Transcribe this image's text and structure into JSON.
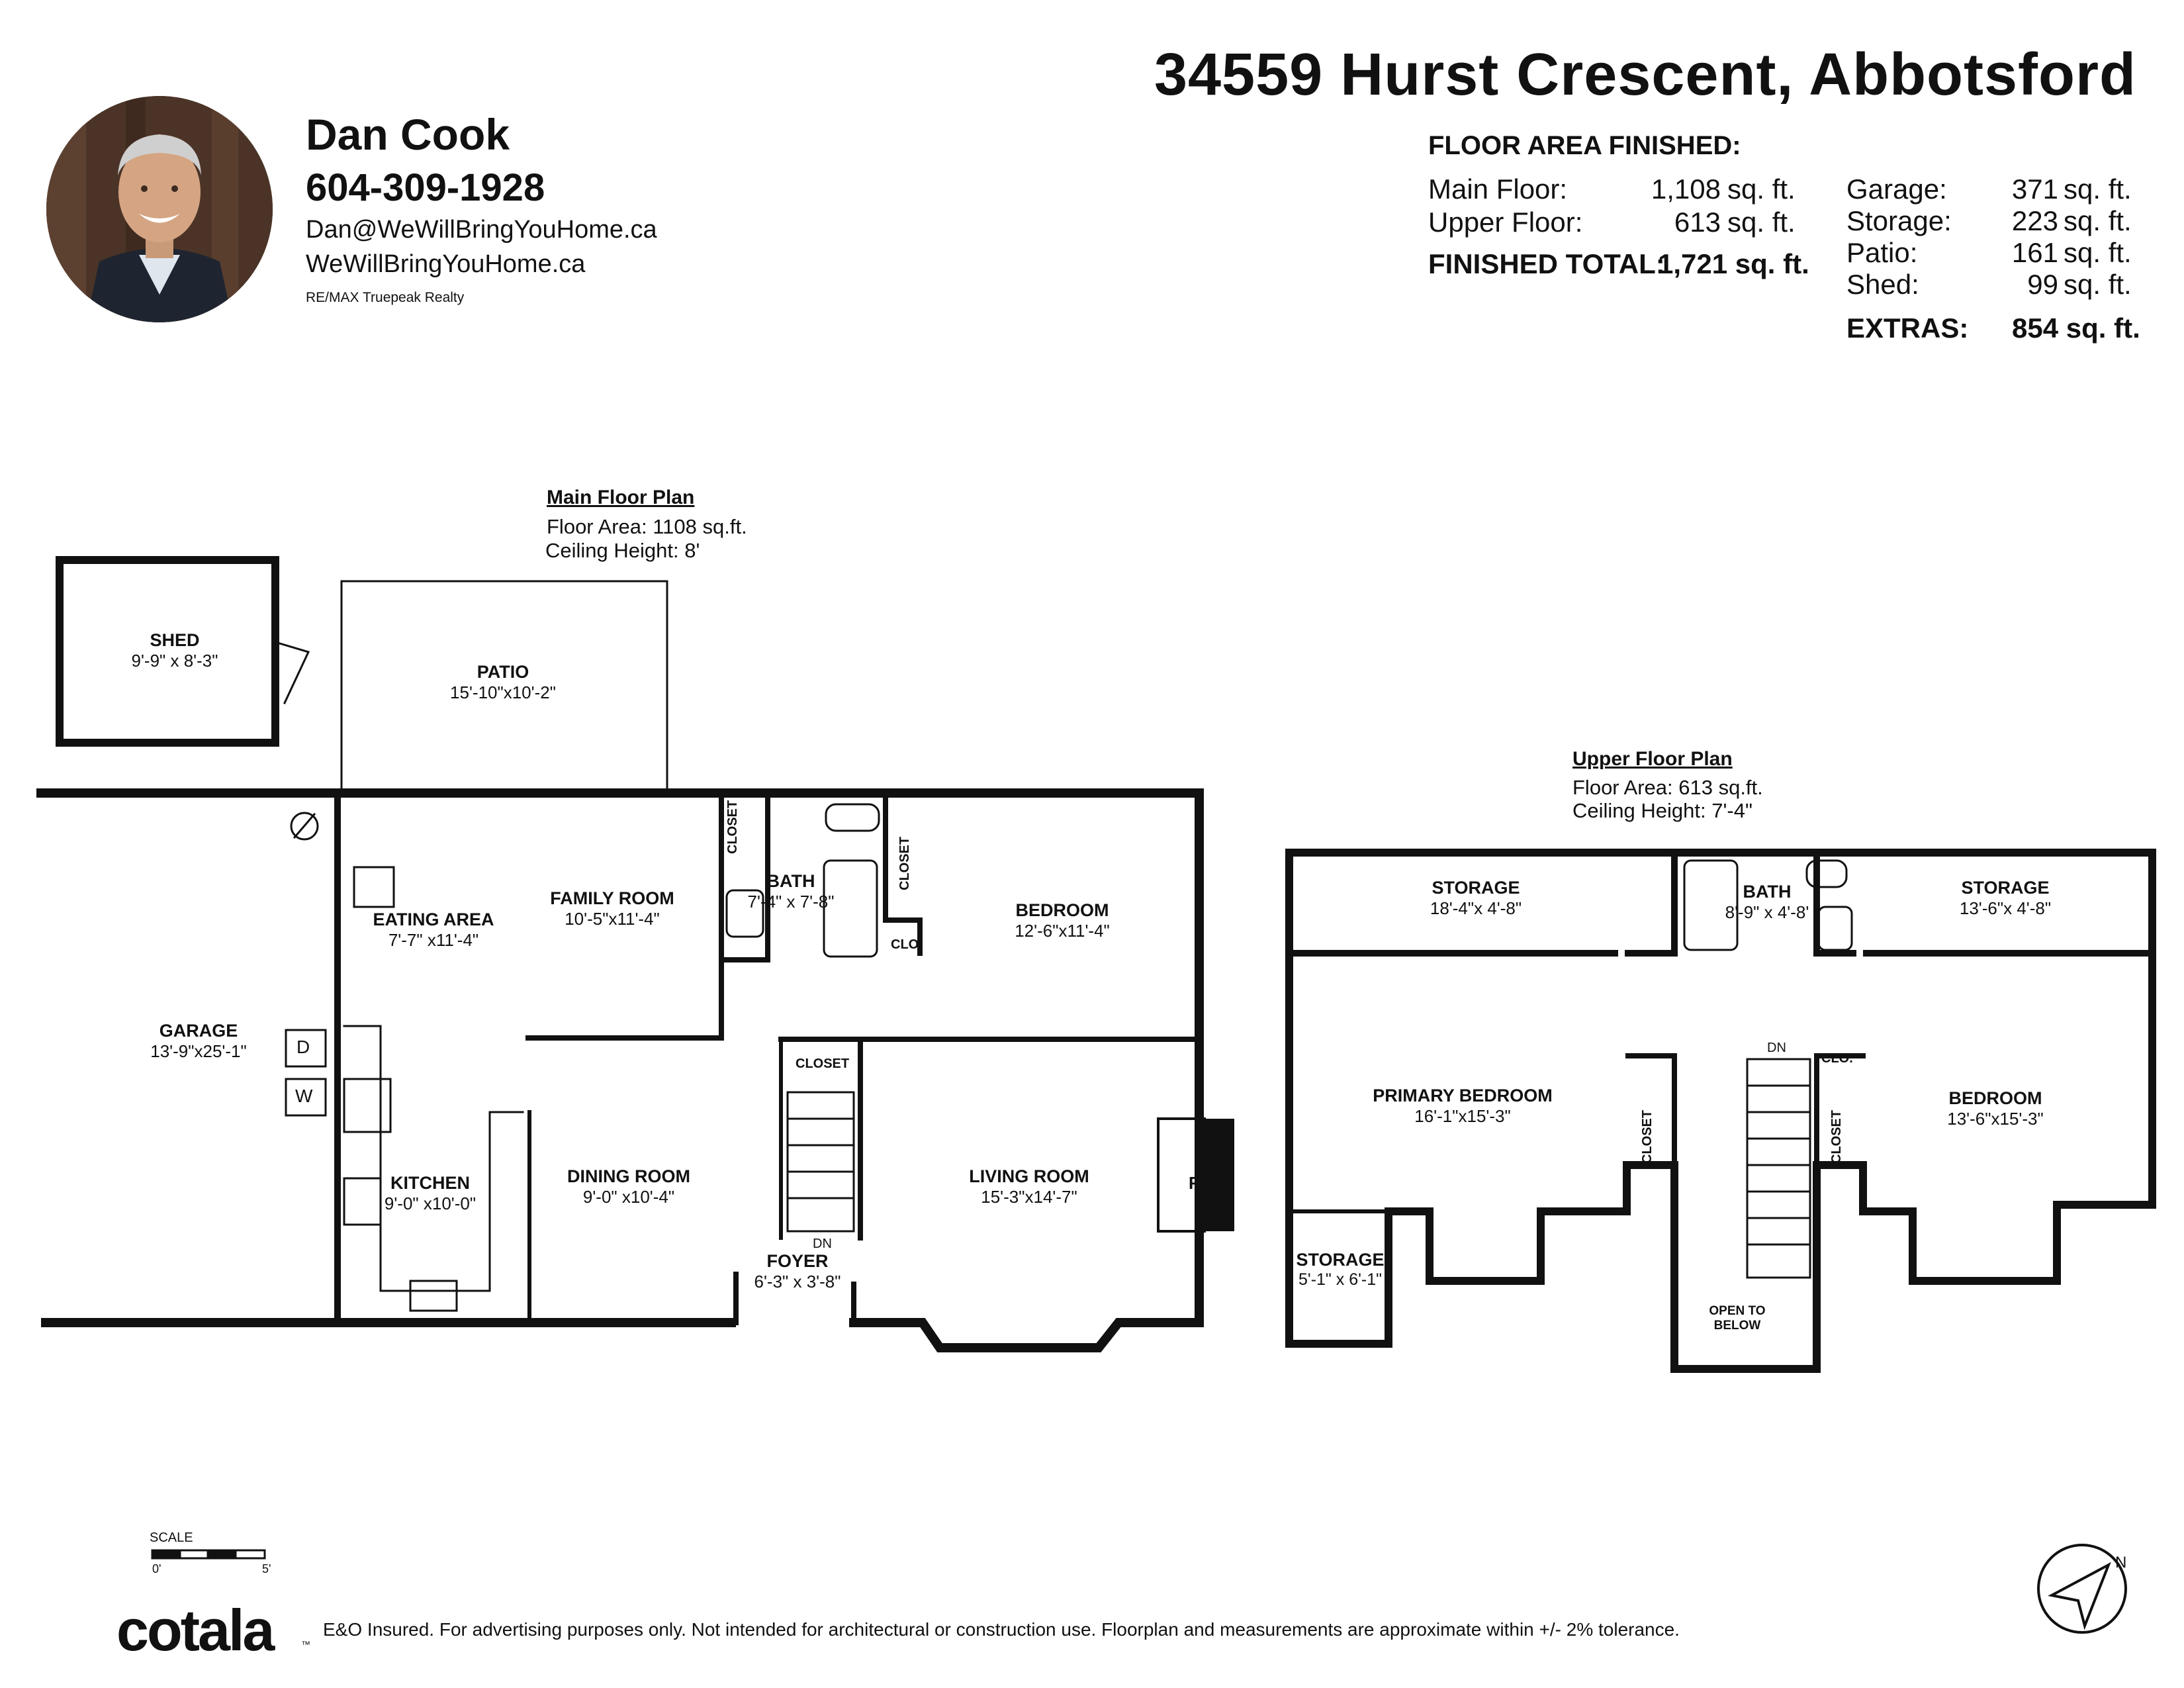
{
  "address": "34559 Hurst Crescent, Abbotsford",
  "agent": {
    "name": "Dan Cook",
    "phone": "604-309-1928",
    "email": "Dan@WeWillBringYouHome.ca",
    "website": "WeWillBringYouHome.ca",
    "brokerage": "RE/MAX Truepeak Realty"
  },
  "floor_area": {
    "heading": "FLOOR AREA FINISHED:",
    "finished": [
      {
        "label": "Main Floor:",
        "value": "1,108",
        "unit": "sq. ft."
      },
      {
        "label": "Upper Floor:",
        "value": "613",
        "unit": "sq. ft."
      }
    ],
    "finished_total": {
      "label": "FINISHED TOTAL:",
      "value": "1,721 sq. ft."
    },
    "extras": [
      {
        "label": "Garage:",
        "value": "371",
        "unit": "sq. ft."
      },
      {
        "label": "Storage:",
        "value": "223",
        "unit": "sq. ft."
      },
      {
        "label": "Patio:",
        "value": "161",
        "unit": "sq. ft."
      },
      {
        "label": "Shed:",
        "value": "99",
        "unit": "sq. ft."
      }
    ],
    "extras_total": {
      "label": "EXTRAS:",
      "value": "854 sq. ft."
    }
  },
  "main_floor": {
    "title": "Main Floor Plan",
    "area": "Floor Area: 1108 sq.ft.",
    "ceiling": "Ceiling Height: 8'",
    "rooms": [
      {
        "id": "shed",
        "name": "SHED",
        "dims": "9'-9\" x 8'-3\""
      },
      {
        "id": "patio",
        "name": "PATIO",
        "dims": "15'-10\"x10'-2\""
      },
      {
        "id": "garage",
        "name": "GARAGE",
        "dims": "13'-9\"x25'-1\""
      },
      {
        "id": "eating-area",
        "name": "EATING AREA",
        "dims": "7'-7\" x11'-4\""
      },
      {
        "id": "family-room",
        "name": "FAMILY ROOM",
        "dims": "10'-5\"x11'-4\""
      },
      {
        "id": "bath-main",
        "name": "BATH",
        "dims": "7'-4\" x 7'-8\""
      },
      {
        "id": "bedroom-main",
        "name": "BEDROOM",
        "dims": "12'-6\"x11'-4\""
      },
      {
        "id": "kitchen",
        "name": "KITCHEN",
        "dims": "9'-0\" x10'-0\""
      },
      {
        "id": "dining-room",
        "name": "DINING ROOM",
        "dims": "9'-0\" x10'-4\""
      },
      {
        "id": "living-room",
        "name": "LIVING ROOM",
        "dims": "15'-3\"x14'-7\""
      },
      {
        "id": "foyer",
        "name": "FOYER",
        "dims": "6'-3\" x 3'-8\""
      }
    ],
    "labels": {
      "closet_a": "CLOSET",
      "closet_b": "CLOSET",
      "closet_c": "CLOSET",
      "clo": "CLO.",
      "fp": "FP",
      "dn": "DN",
      "d": "D",
      "w": "W"
    }
  },
  "upper_floor": {
    "title": "Upper Floor Plan",
    "area": "Floor Area: 613 sq.ft.",
    "ceiling": "Ceiling Height: 7'-4\"",
    "rooms": [
      {
        "id": "storage-left",
        "name": "STORAGE",
        "dims": "18'-4\"x 4'-8\""
      },
      {
        "id": "bath-upper",
        "name": "BATH",
        "dims": "8'-9\" x 4'-8'"
      },
      {
        "id": "storage-right",
        "name": "STORAGE",
        "dims": "13'-6\"x 4'-8\""
      },
      {
        "id": "primary-bedroom",
        "name": "PRIMARY BEDROOM",
        "dims": "16'-1\"x15'-3\""
      },
      {
        "id": "bedroom-upper",
        "name": "BEDROOM",
        "dims": "13'-6\"x15'-3\""
      },
      {
        "id": "storage-small",
        "name": "STORAGE",
        "dims": "5'-1\" x 6'-1\""
      }
    ],
    "labels": {
      "closet_a": "CLOSET",
      "closet_b": "CLOSET",
      "clo": "CLO.",
      "dn": "DN",
      "open_to": "OPEN TO",
      "below": "BELOW"
    }
  },
  "scale": {
    "label": "SCALE",
    "start": "0'",
    "end": "5'"
  },
  "footer": {
    "brand": "cotala",
    "disclaimer": "E&O Insured. For advertising purposes only. Not intended for architectural or construction use. Floorplan and measurements are approximate within +/- 2% tolerance."
  }
}
